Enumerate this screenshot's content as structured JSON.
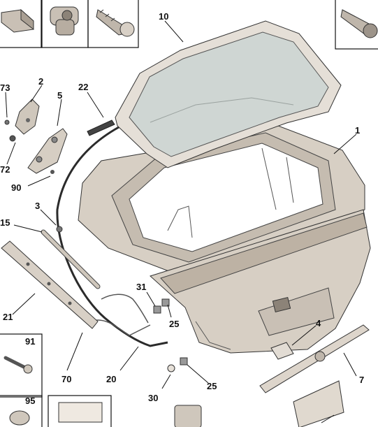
{
  "diagram": {
    "callouts": [
      {
        "id": "c10",
        "text": "10"
      },
      {
        "id": "c73",
        "text": "73"
      },
      {
        "id": "c2",
        "text": "2"
      },
      {
        "id": "c22",
        "text": "22"
      },
      {
        "id": "c5",
        "text": "5"
      },
      {
        "id": "c1",
        "text": "1"
      },
      {
        "id": "c72",
        "text": "72"
      },
      {
        "id": "c90",
        "text": "90"
      },
      {
        "id": "c3",
        "text": "3"
      },
      {
        "id": "c15",
        "text": "15"
      },
      {
        "id": "c21",
        "text": "21"
      },
      {
        "id": "c31",
        "text": "31"
      },
      {
        "id": "c25a",
        "text": "25"
      },
      {
        "id": "c4",
        "text": "4"
      },
      {
        "id": "c91",
        "text": "91"
      },
      {
        "id": "c70",
        "text": "70"
      },
      {
        "id": "c20",
        "text": "20"
      },
      {
        "id": "c25b",
        "text": "25"
      },
      {
        "id": "c7",
        "text": "7"
      },
      {
        "id": "c30",
        "text": "30"
      },
      {
        "id": "c95",
        "text": "95"
      }
    ]
  },
  "colors": {
    "panel": "#d7cfc4",
    "panel_shadow": "#bdb2a4",
    "panel_light": "#e8e2da",
    "glass": "#cfd6d3",
    "seal": "#2b2b2b",
    "stroke": "#333333",
    "frame": "#111111"
  }
}
